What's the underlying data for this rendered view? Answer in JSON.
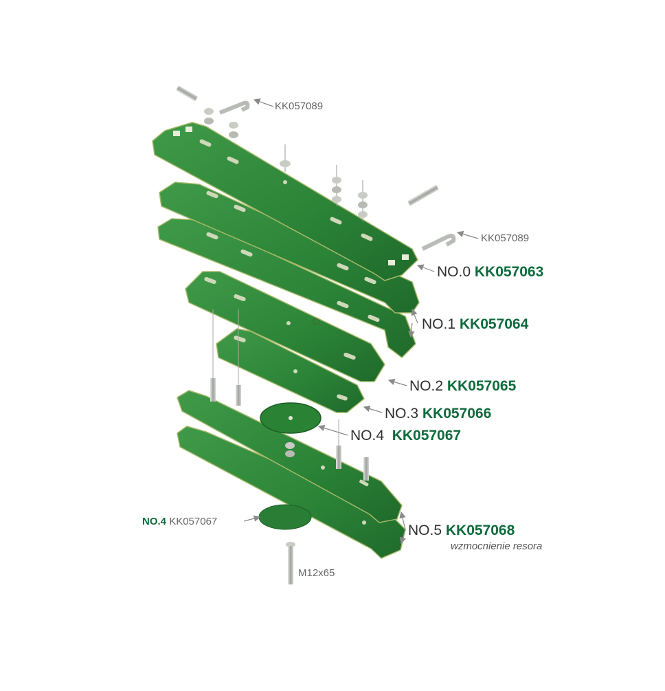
{
  "callouts": {
    "hook_top": "KK057089",
    "hook_right": "KK057089",
    "no0": {
      "label": "NO.0",
      "code": "KK057063"
    },
    "no1": {
      "label": "NO.1",
      "code": "KK057064"
    },
    "no2": {
      "label": "NO.2",
      "code": "KK057065"
    },
    "no3": {
      "label": "NO.3",
      "code": "KK057066"
    },
    "no4": {
      "label": "NO.4",
      "code": "KK057067"
    },
    "no4_lower": {
      "label": "NO.4",
      "code": "KK057067"
    },
    "no5": {
      "label": "NO.5",
      "code": "KK057068",
      "note": "wzmocnienie resora"
    },
    "bolt": "M12x65"
  },
  "colors": {
    "plate": "#2e8b3e",
    "plate_dark": "#1f6b2d",
    "plate_edge": "#9db35b",
    "bolt": "#b9bcb6",
    "arrow": "#8a8a8a",
    "text_green": "#0f6a3c"
  }
}
